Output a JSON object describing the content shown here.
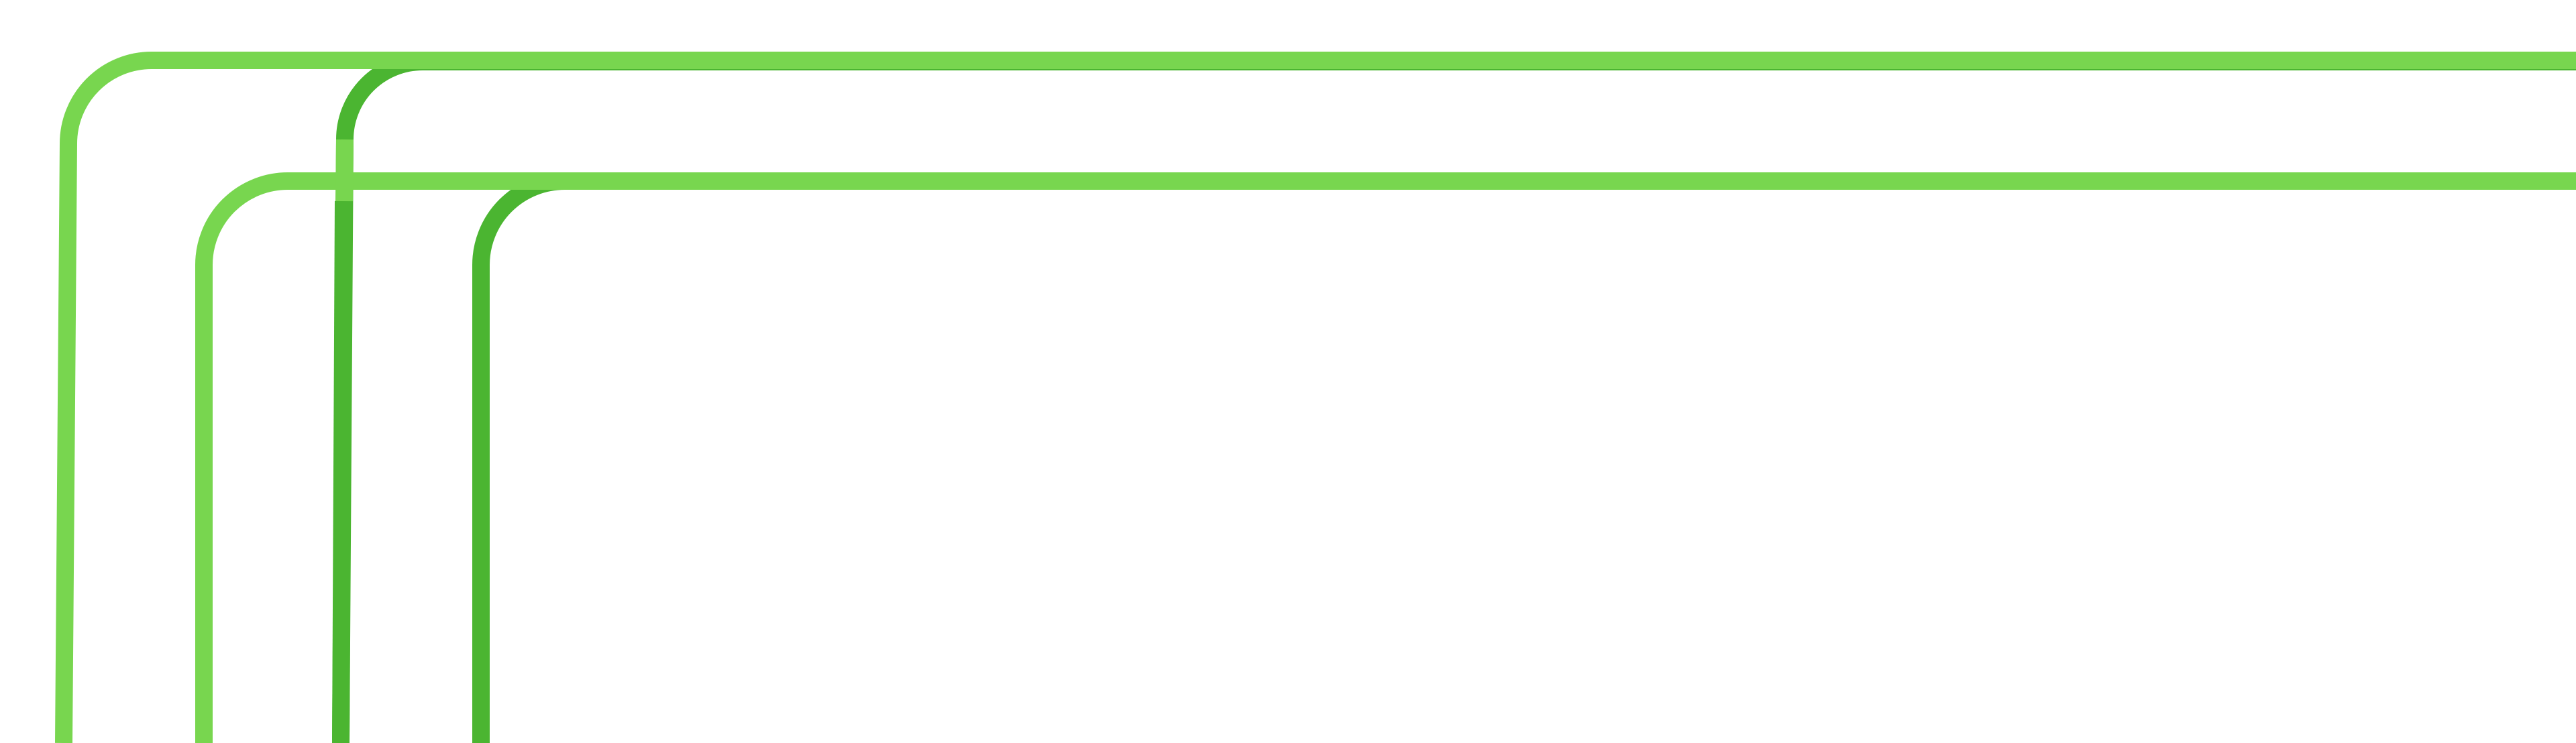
{
  "colors": {
    "background": "#ffffff",
    "light_green": "#78d64f",
    "dark_green": "#4bb531"
  },
  "shapes": [
    {
      "name": "outer-rounded-frame",
      "color": "light_green"
    },
    {
      "name": "outer-inner-rounded-frame",
      "color": "dark_green"
    },
    {
      "name": "lower-rounded-frame",
      "color": "light_green"
    },
    {
      "name": "lower-inner-rounded-frame",
      "color": "dark_green"
    }
  ]
}
